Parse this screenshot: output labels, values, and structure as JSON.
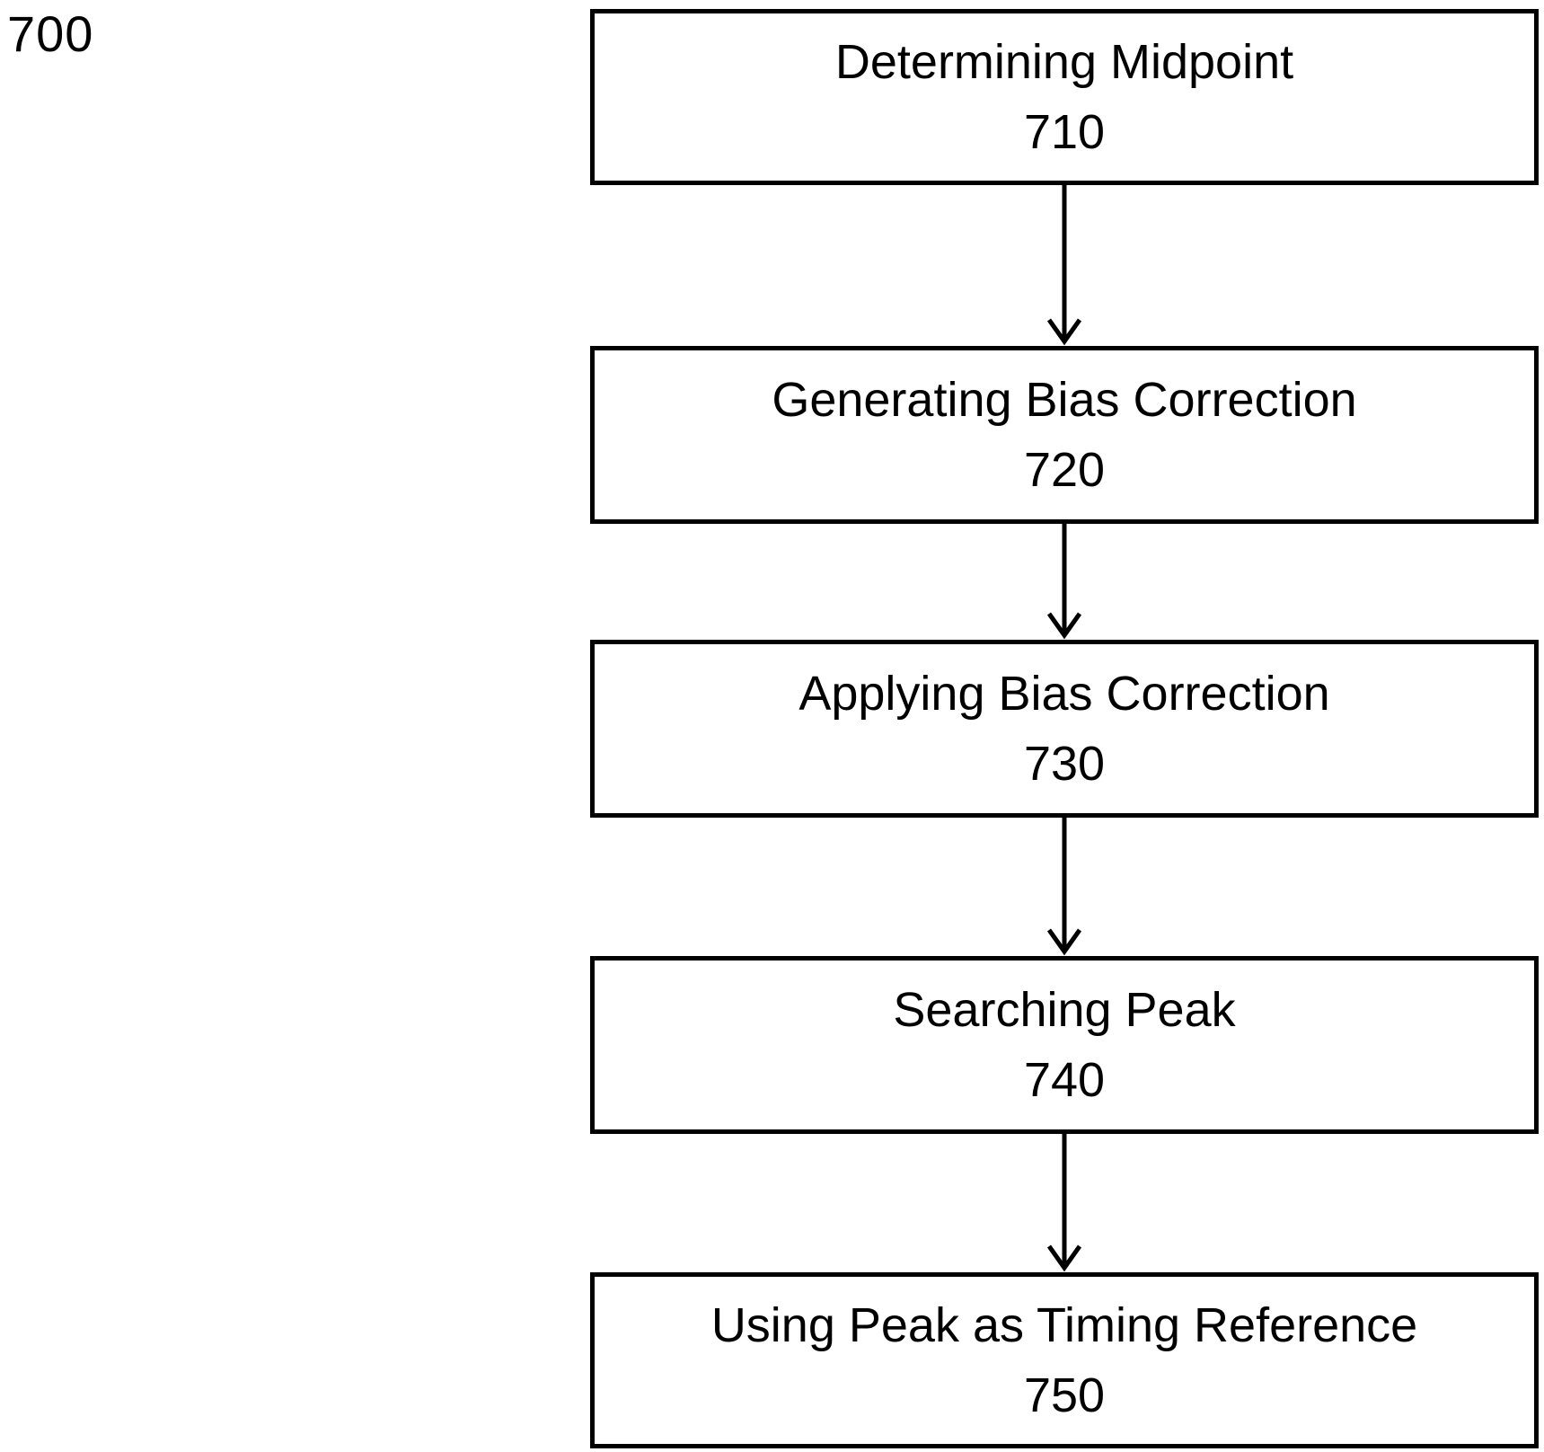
{
  "figure": {
    "label": "700"
  },
  "steps": [
    {
      "title": "Determining Midpoint",
      "number": "710"
    },
    {
      "title": "Generating Bias Correction",
      "number": "720"
    },
    {
      "title": "Applying Bias Correction",
      "number": "730"
    },
    {
      "title": "Searching Peak",
      "number": "740"
    },
    {
      "title": "Using Peak as Timing Reference",
      "number": "750"
    }
  ],
  "colors": {
    "stroke": "#000000",
    "background": "#ffffff"
  }
}
